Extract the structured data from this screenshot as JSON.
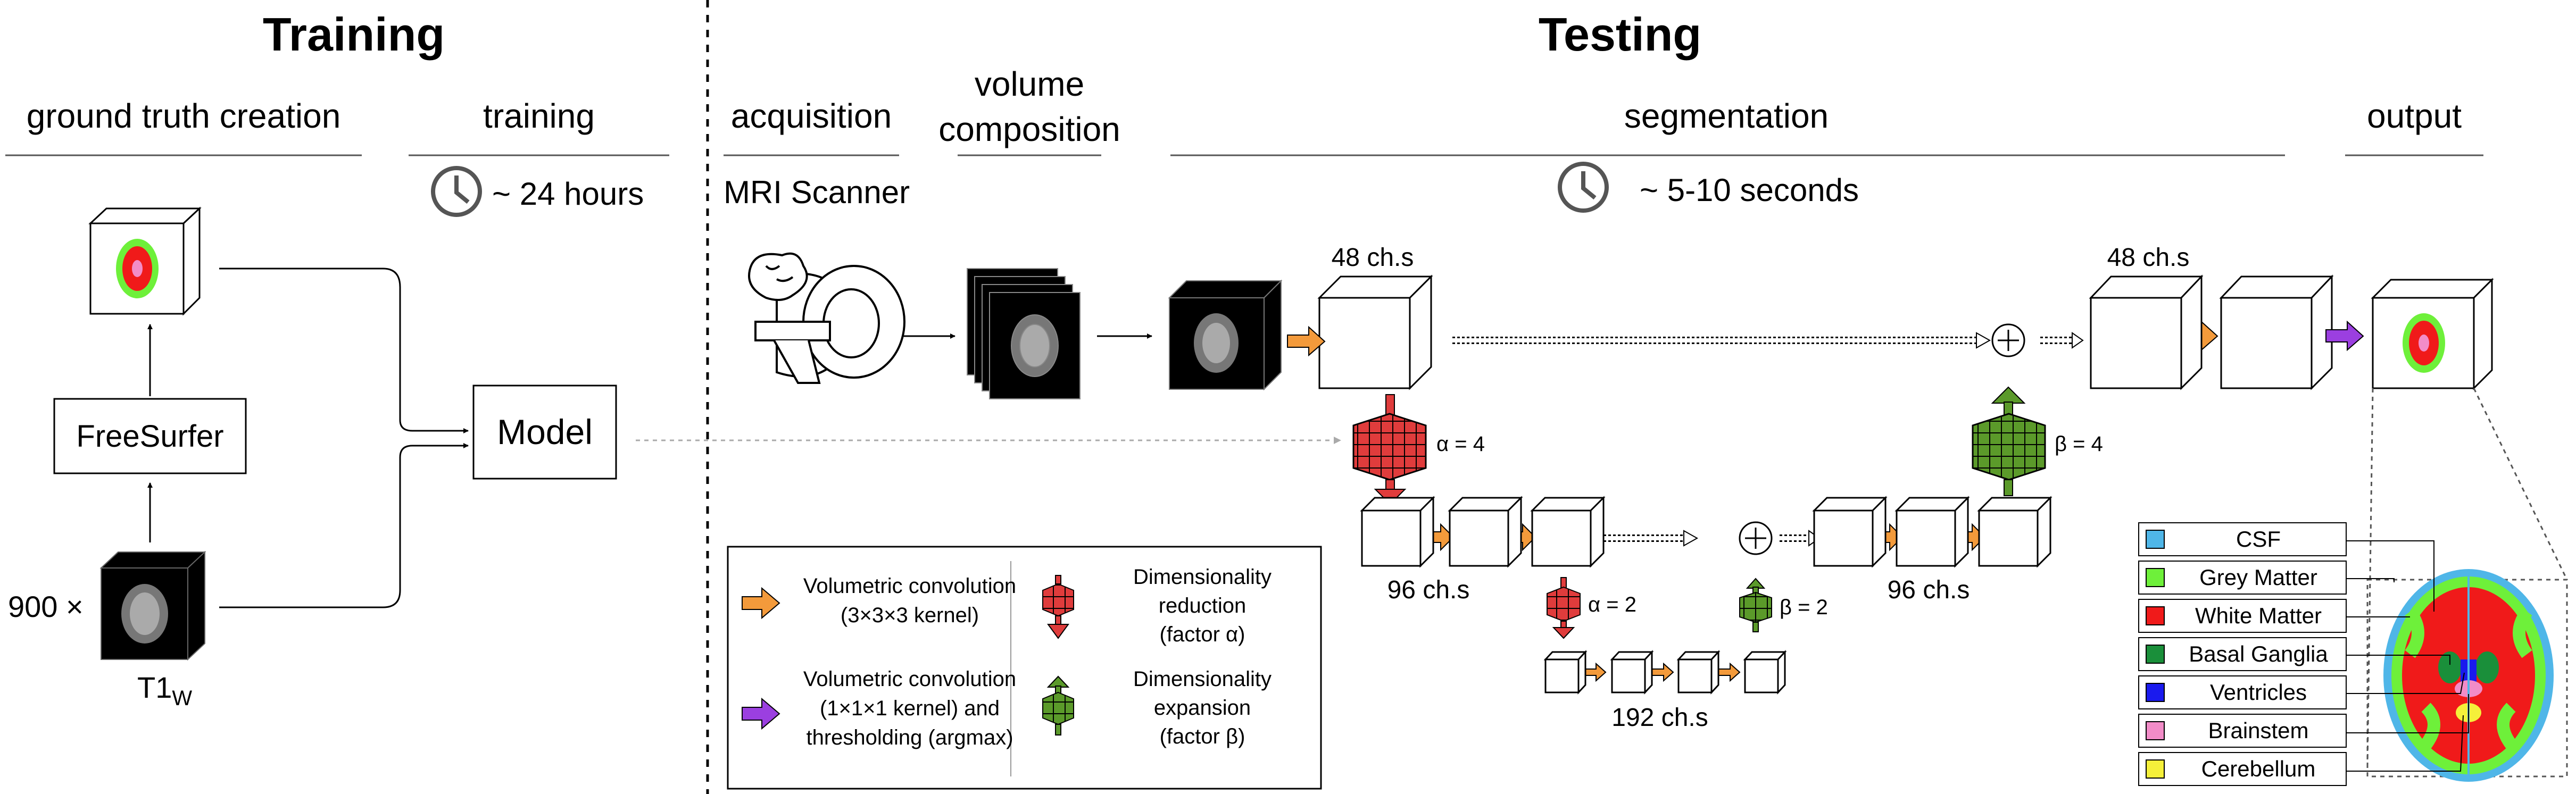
{
  "training": {
    "title": "Training",
    "gt_header": "ground truth creation",
    "train_header": "training",
    "time": "~ 24 hours",
    "freesurfer": "FreeSurfer",
    "model": "Model",
    "count": "900 ×",
    "t1_label": "T1",
    "t1_sub": "W"
  },
  "testing": {
    "title": "Testing",
    "acq_header": "acquisition",
    "vol_header_1": "volume",
    "vol_header_2": "composition",
    "seg_header": "segmentation",
    "out_header": "output",
    "scanner": "MRI Scanner",
    "time": "~ 5-10 seconds"
  },
  "network": {
    "ch48_in": "48 ch.s",
    "ch48_out": "48 ch.s",
    "ch96_left": "96 ch.s",
    "ch96_right": "96 ch.s",
    "ch192": "192 ch.s",
    "alpha4": "α = 4",
    "alpha2": "α = 2",
    "beta4": "β = 4",
    "beta2": "β = 2"
  },
  "legend": {
    "conv3_line1": "Volumetric convolution",
    "conv3_line2": "(3×3×3 kernel)",
    "conv1_line1": "Volumetric convolution",
    "conv1_line2": "(1×1×1 kernel) and",
    "conv1_line3": "thresholding (argmax)",
    "red_line1": "Dimensionality",
    "red_line2": "reduction",
    "red_line3": "(factor α)",
    "exp_line1": "Dimensionality",
    "exp_line2": "expansion",
    "exp_line3": "(factor β)"
  },
  "colors": {
    "orange": "#f39a3b",
    "purple": "#9b3fe0",
    "red": "#e03c3c",
    "green": "#5b9a2a"
  },
  "labels": [
    {
      "name": "CSF",
      "color": "#4fb6e8"
    },
    {
      "name": "Grey Matter",
      "color": "#6ef03a"
    },
    {
      "name": "White Matter",
      "color": "#f01a1a"
    },
    {
      "name": "Basal Ganglia",
      "color": "#1a8f3a"
    },
    {
      "name": "Ventricles",
      "color": "#1a1aee"
    },
    {
      "name": "Brainstem",
      "color": "#f28cc8"
    },
    {
      "name": "Cerebellum",
      "color": "#f5f03a"
    }
  ]
}
